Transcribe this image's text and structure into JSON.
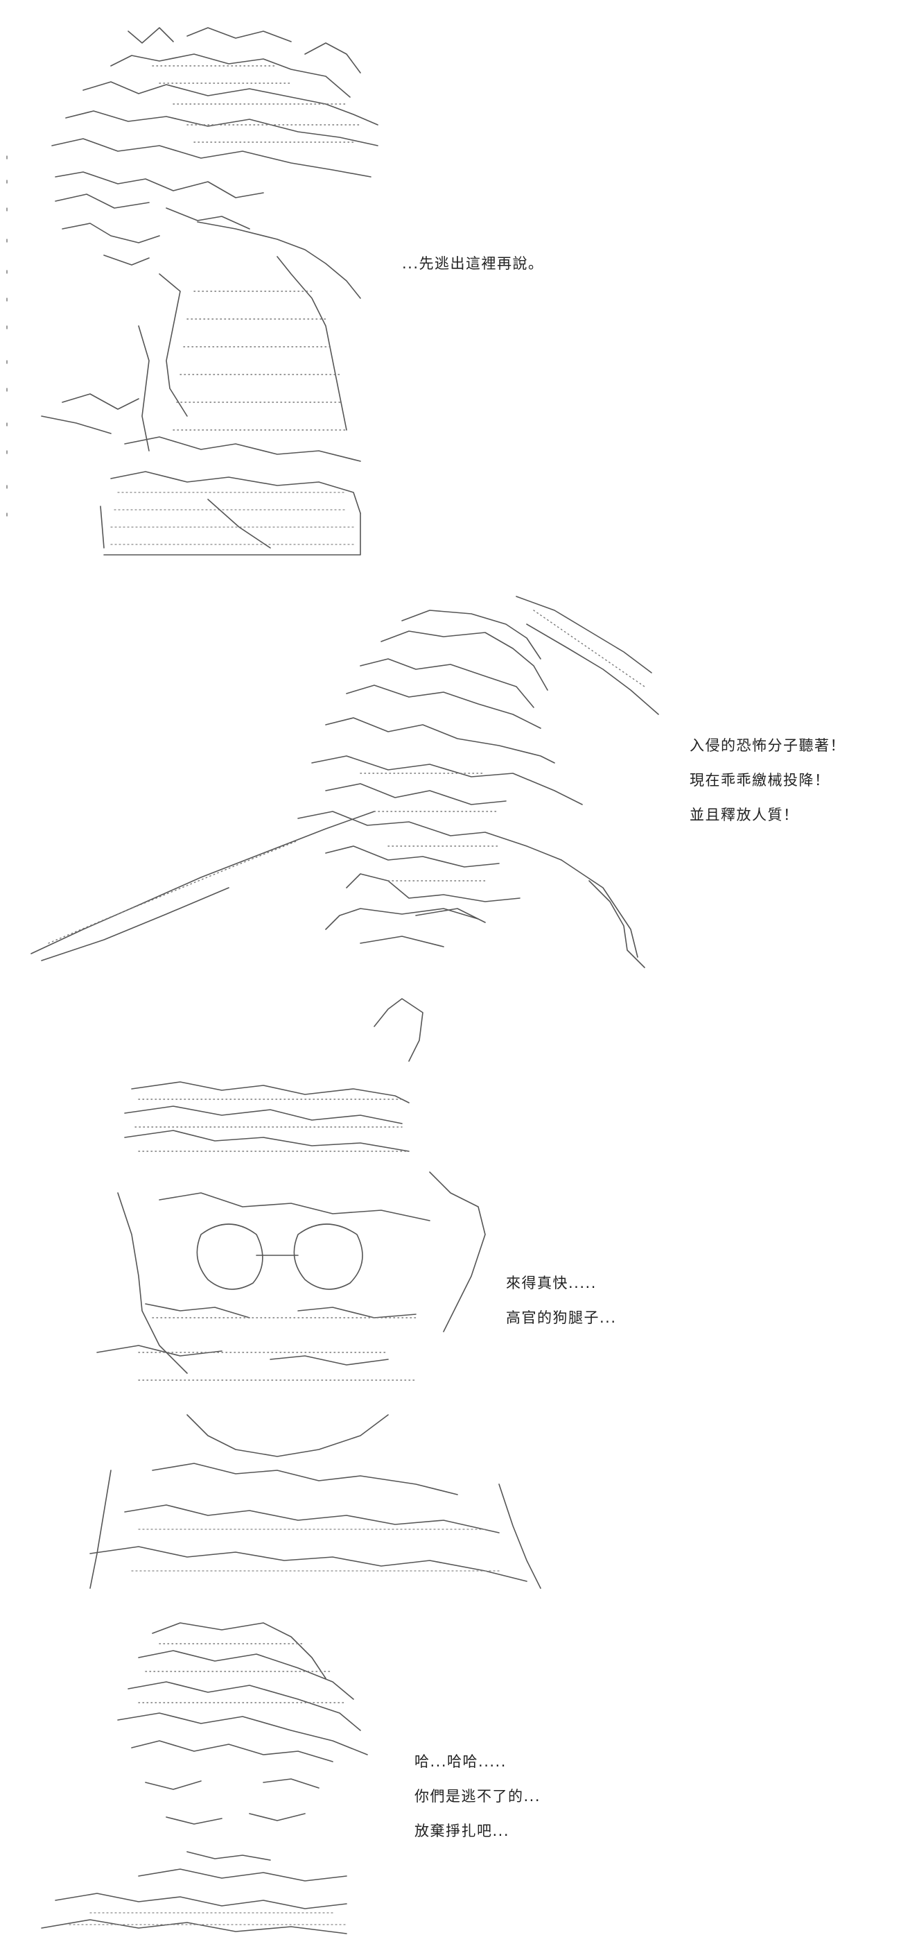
{
  "panels": [
    {
      "lines": [
        "...先逃出這裡再說。"
      ]
    },
    {
      "lines": [
        "入侵的恐怖分子聽著！",
        "現在乖乖繳械投降！",
        "並且釋放人質！"
      ]
    },
    {
      "lines": [
        "來得真快.....",
        "高官的狗腿子..."
      ]
    },
    {
      "lines": [
        "哈...哈哈.....",
        "你們是逃不了的...",
        "放棄掙扎吧..."
      ]
    }
  ]
}
